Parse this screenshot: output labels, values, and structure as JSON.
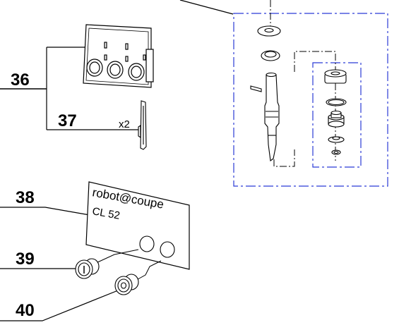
{
  "callouts": {
    "c36": "36",
    "c37": "37",
    "c38": "38",
    "c39": "39",
    "c40": "40"
  },
  "quantity_37": "x2",
  "label_plate": {
    "brand": "robot@coupe",
    "model": "CL 52"
  },
  "colors": {
    "outline": "#000000",
    "dashed_box": "#2b3bd6",
    "background": "#ffffff"
  }
}
